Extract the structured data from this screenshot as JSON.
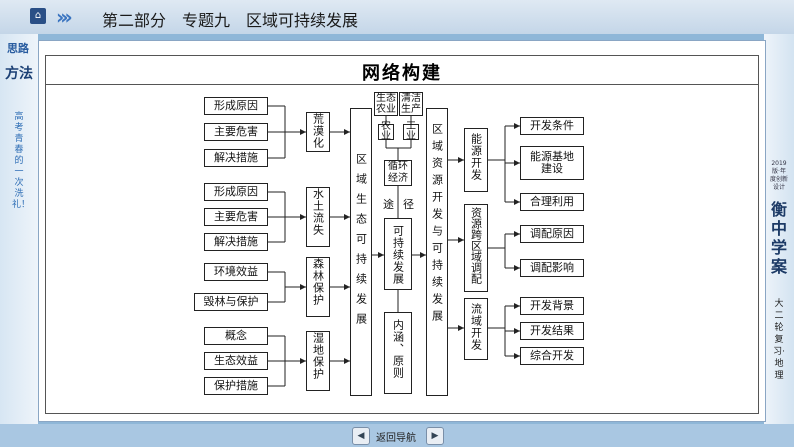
{
  "header": {
    "breadcrumb": "第二部分　专题九　区域可持续发展",
    "home_icon": "home-icon",
    "nav_icon": "triple-chevron-icon"
  },
  "left_panel": {
    "line1": "思路",
    "line2": "方法",
    "slogan": "高考青春的一次洗礼！"
  },
  "right_panel": {
    "tag": "2019版·年度创新设计",
    "brand": "衡中学案",
    "subject": "大二轮复习·地理"
  },
  "footer": {
    "nav_label": "返回导航"
  },
  "diagram": {
    "title": "网络构建",
    "left_center": "区域生态可持续发展",
    "right_center": "区域资源开发与可持续发展",
    "groups": [
      {
        "name": "荒漠化",
        "items": [
          "形成原因",
          "主要危害",
          "解决措施"
        ]
      },
      {
        "name": "水土流失",
        "items": [
          "形成原因",
          "主要危害",
          "解决措施"
        ]
      },
      {
        "name": "森林保护",
        "items": [
          "环境效益",
          "毁林与保护"
        ]
      },
      {
        "name": "湿地保护",
        "items": [
          "概念",
          "生态效益",
          "保护措施"
        ]
      }
    ],
    "middle": {
      "eco_ag": "生态农业",
      "clean_prod": "清洁生产",
      "agriculture": "农业",
      "industry": "工业",
      "circular": "循环经济",
      "path_left": "途",
      "path_right": "径",
      "sustainable": "可持续发展",
      "connotation": "内涵、原则"
    },
    "right_groups": [
      {
        "name": "能源开发",
        "items": [
          "开发条件",
          "能源基地建设",
          "合理利用"
        ]
      },
      {
        "name": "资源跨区域调配",
        "items": [
          "调配原因",
          "调配影响"
        ]
      },
      {
        "name": "流域开发",
        "items": [
          "开发背景",
          "开发结果",
          "综合开发"
        ]
      }
    ]
  }
}
